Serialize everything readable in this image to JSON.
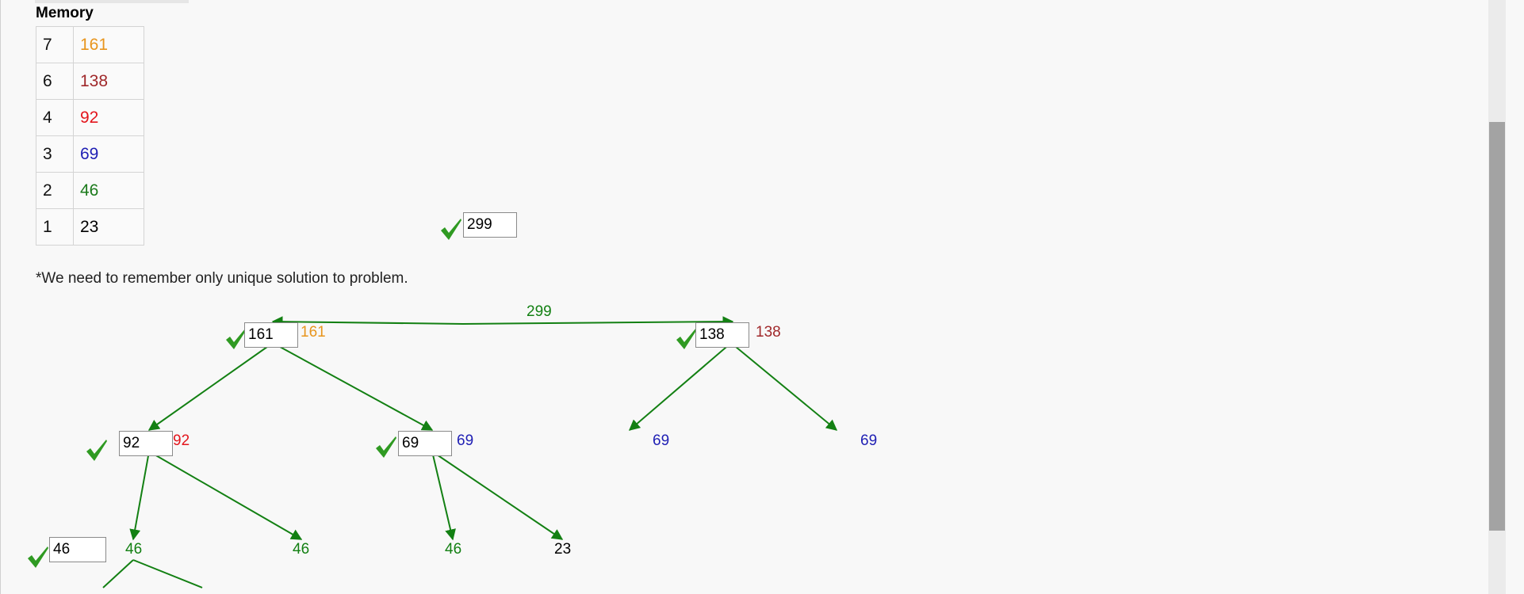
{
  "memory": {
    "title": "Memory",
    "rows": [
      {
        "key": "7",
        "value": "161",
        "color": "#e8951d"
      },
      {
        "key": "6",
        "value": "138",
        "color": "#a0282a"
      },
      {
        "key": "4",
        "value": "92",
        "color": "#e3161d"
      },
      {
        "key": "3",
        "value": "69",
        "color": "#1f1fb4"
      },
      {
        "key": "2",
        "value": "46",
        "color": "#1b7a1b"
      },
      {
        "key": "1",
        "value": "23",
        "color": "#000000"
      }
    ]
  },
  "answer": {
    "value": "299"
  },
  "note": "*We need to remember only unique solution to problem.",
  "colors": {
    "edge": "#138013",
    "check": "#2f9a22"
  },
  "tree": {
    "root_label": "299",
    "nodes": {
      "n161": {
        "input": "161",
        "memo": "161"
      },
      "n138": {
        "input": "138",
        "memo": "138"
      },
      "n92": {
        "input": "92",
        "memo": "92"
      },
      "n69": {
        "input": "69",
        "memo": "69"
      },
      "n46": {
        "input": "46"
      }
    },
    "leaf_labels": {
      "l69a": "69",
      "l69b": "69",
      "l46a": "46",
      "l46b": "46",
      "l46c": "46",
      "l23": "23"
    }
  }
}
